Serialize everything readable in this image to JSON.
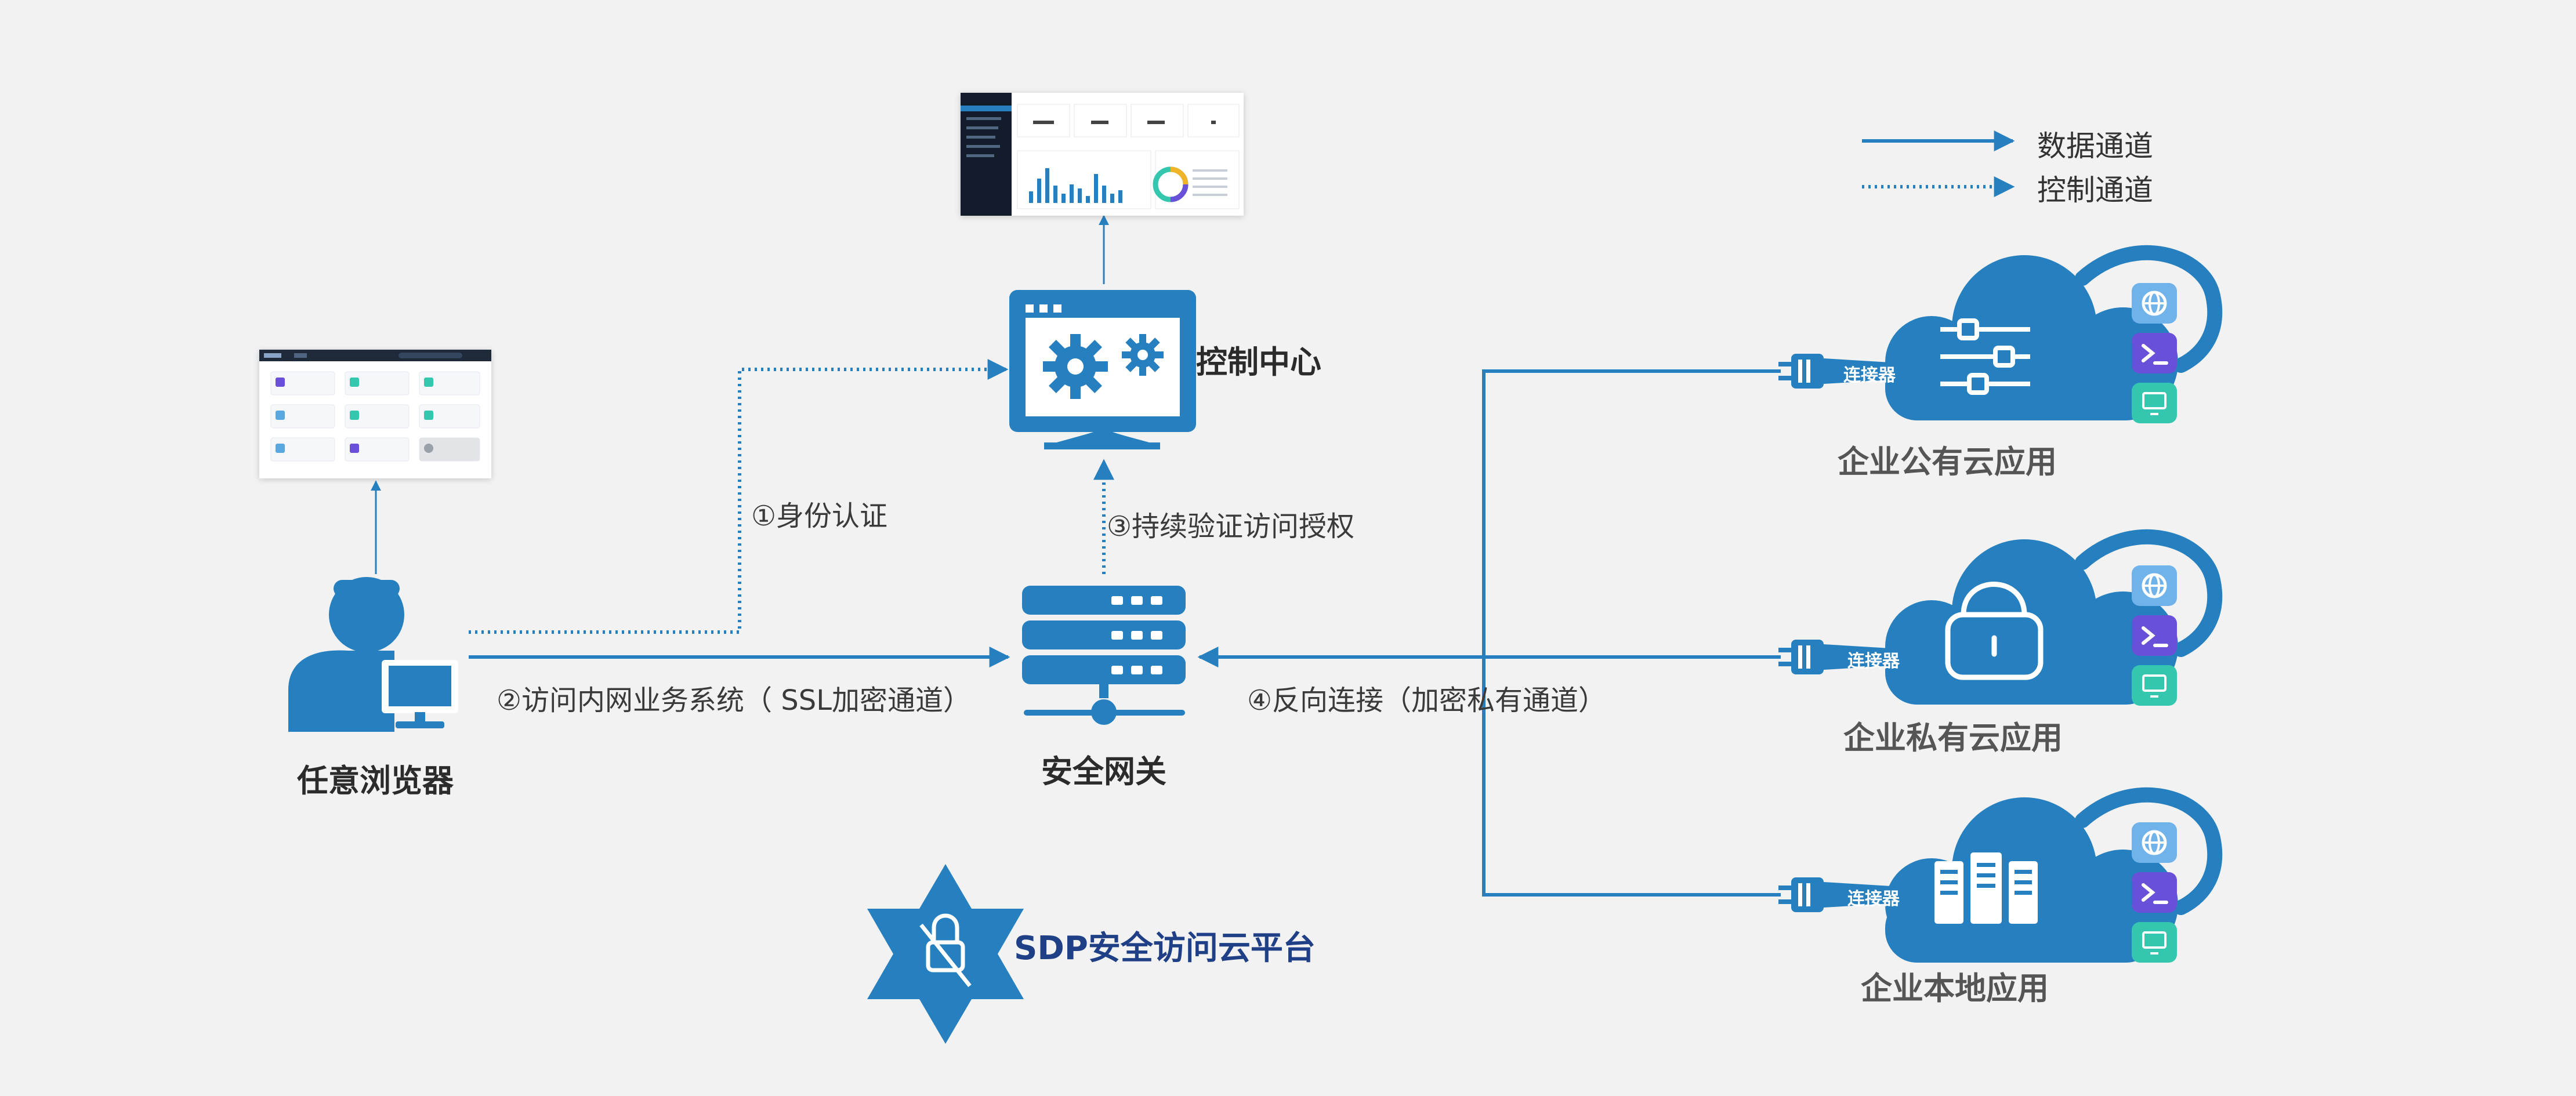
{
  "legend": {
    "data_channel": "数据通道",
    "control_channel": "控制通道"
  },
  "nodes": {
    "browser": "任意浏览器",
    "control_center": "控制中心",
    "gateway": "安全网关",
    "platform": "SDP安全访问云平台"
  },
  "steps": {
    "identity_auth": "①身份认证",
    "access_intranet": "②访问内网业务系统（ SSL加密通道）",
    "continuous_auth": "③持续验证访问授权",
    "reverse_connect": "④反向连接（加密私有通道）"
  },
  "clouds": [
    {
      "label": "企业公有云应用",
      "connector": "连接器",
      "icon": "sliders-icon"
    },
    {
      "label": "企业私有云应用",
      "connector": "连接器",
      "icon": "lock-icon"
    },
    {
      "label": "企业本地应用",
      "connector": "连接器",
      "icon": "server-rack-icon"
    }
  ],
  "colors": {
    "primary": "#2680bf",
    "dark_blue": "#1f3f86",
    "purple": "#6a4fd8",
    "teal": "#35c6b0",
    "light_blue": "#5aa8e0",
    "background": "#f2f2f2"
  }
}
